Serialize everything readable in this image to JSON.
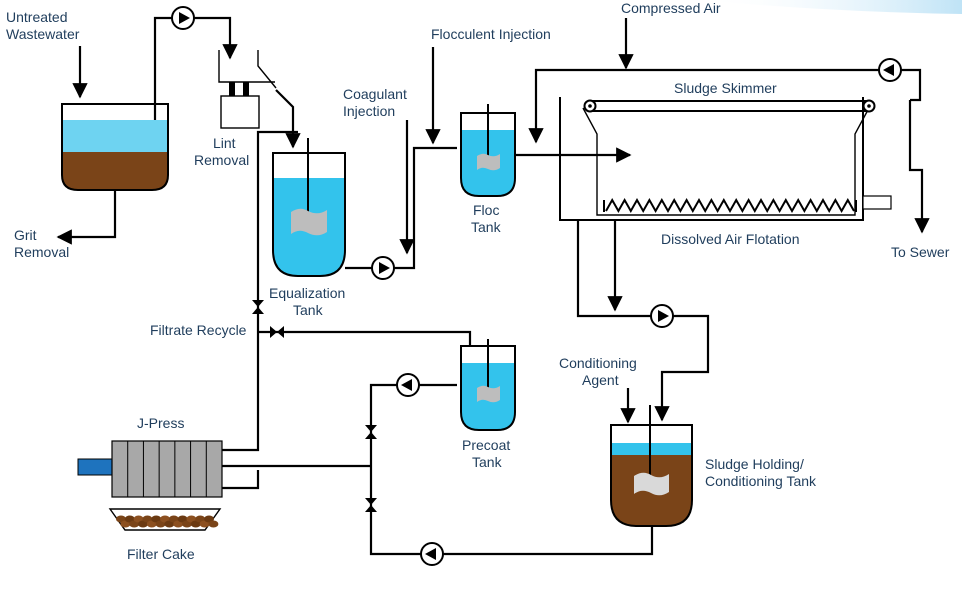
{
  "labels": {
    "untreated_wastewater": [
      "Untreated",
      "Wastewater"
    ],
    "grit_removal": [
      "Grit",
      "Removal"
    ],
    "lint_removal": [
      "Lint",
      "Removal"
    ],
    "equalization_tank": [
      "Equalization",
      "Tank"
    ],
    "coagulant_injection": [
      "Coagulant",
      "Injection"
    ],
    "flocculent_injection": "Flocculent Injection",
    "floc_tank": [
      "Floc",
      "Tank"
    ],
    "compressed_air": "Compressed Air",
    "sludge_skimmer": "Sludge Skimmer",
    "dissolved_air_flotation": "Dissolved Air Flotation",
    "to_sewer": "To Sewer",
    "filtrate_recycle": "Filtrate Recycle",
    "precoat_tank": [
      "Precoat",
      "Tank"
    ],
    "conditioning_agent": [
      "Conditioning",
      "Agent"
    ],
    "sludge_holding": [
      "Sludge Holding/",
      "Conditioning Tank"
    ],
    "j_press": "J-Press",
    "filter_cake": "Filter Cake"
  },
  "colors": {
    "water": "#33c3ec",
    "water_light": "#c6ecf8",
    "sludge": "#7a4418",
    "label_text": "#1f3d5c",
    "press_body": "#a8a8a8",
    "press_shaft": "#1e73be",
    "paddle": "#bdbdbd"
  },
  "icons": {
    "pump": "pump-icon",
    "valve": "valve-icon",
    "mixer": "mixer-paddle-icon"
  }
}
